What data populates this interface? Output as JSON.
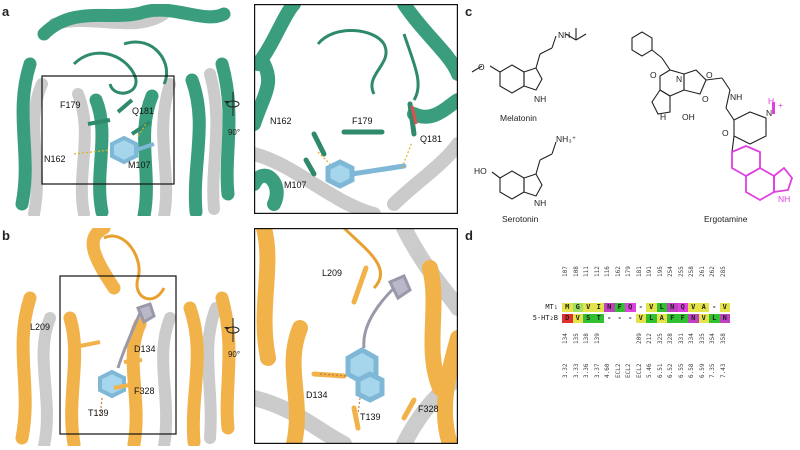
{
  "panels": {
    "a": "a",
    "b": "b",
    "c": "c",
    "d": "d"
  },
  "panel_a": {
    "labels_left": [
      "F179",
      "Q181",
      "N162",
      "M107"
    ],
    "labels_right": [
      "N162",
      "F179",
      "Q181",
      "M107"
    ],
    "rotation": "90°",
    "colors": {
      "receptor": "#3a9e7e",
      "ref": "#c9c9c9",
      "ligand": "#9fd3e8"
    }
  },
  "panel_b": {
    "labels_left": [
      "L209",
      "D134",
      "F328",
      "T139"
    ],
    "labels_right": [
      "L209",
      "D134",
      "T139",
      "F328"
    ],
    "rotation": "90°",
    "colors": {
      "receptor": "#f2b24a",
      "ref": "#c9c9c9",
      "ligand": "#9fd3e8"
    }
  },
  "panel_c": {
    "melatonin": {
      "name": "Melatonin",
      "substituents": [
        "O",
        "NH",
        "NH"
      ]
    },
    "serotonin": {
      "name": "Serotonin",
      "substituents": [
        "HO",
        "NH₃⁺",
        "NH"
      ]
    },
    "ergotamine": {
      "name": "Ergotamine",
      "substituents": [
        "O",
        "N",
        "O",
        "H",
        "OH",
        "NH",
        "O",
        "O",
        "N",
        "H",
        "+",
        "NH"
      ]
    },
    "highlight_color": "#e040e0"
  },
  "panel_d": {
    "rows": [
      {
        "name": "MT₁",
        "residues": [
          "M",
          "G",
          "V",
          "I",
          "N",
          "F",
          "Q",
          "-",
          "V",
          "L",
          "N",
          "Q",
          "V",
          "A",
          "-",
          "V"
        ],
        "colors": [
          "#e4e44a",
          "#a0e060",
          "#e4e44a",
          "#e4e44a",
          "#c040c0",
          "#30c030",
          "#e040e0",
          "#ffffff",
          "#e4e44a",
          "#30c030",
          "#c040c0",
          "#e040e0",
          "#e4e44a",
          "#e4e44a",
          "#ffffff",
          "#e4e44a"
        ]
      },
      {
        "name": "5-HT₂B",
        "residues": [
          "D",
          "V",
          "S",
          "T",
          "-",
          "-",
          "-",
          "V",
          "L",
          "A",
          "F",
          "F",
          "N",
          "V",
          "L",
          "N"
        ],
        "colors": [
          "#e03030",
          "#e4e44a",
          "#30c030",
          "#30c030",
          "#ffffff",
          "#ffffff",
          "#ffffff",
          "#e4e44a",
          "#30c030",
          "#e4e44a",
          "#30c030",
          "#30c030",
          "#c040c0",
          "#e4e44a",
          "#30c030",
          "#c040c0"
        ]
      }
    ],
    "top_numbers": [
      "107",
      "108",
      "111",
      "112",
      "116",
      "162",
      "179",
      "181",
      "191",
      "195",
      "254",
      "255",
      "258",
      "261",
      "262",
      "285"
    ],
    "top_numbers_b": [
      "134",
      "135",
      "138",
      "139",
      "",
      "",
      "",
      "209",
      "212",
      "325",
      "328",
      "331",
      "334",
      "335",
      "354",
      "358"
    ],
    "bw_numbers": [
      "3.32",
      "3.33",
      "3.36",
      "3.37",
      "4.60",
      "ECL2",
      "ECL2",
      "ECL2",
      "5.46",
      "6.51",
      "6.52",
      "6.55",
      "6.58",
      "6.59",
      "7.35",
      "7.43"
    ]
  }
}
